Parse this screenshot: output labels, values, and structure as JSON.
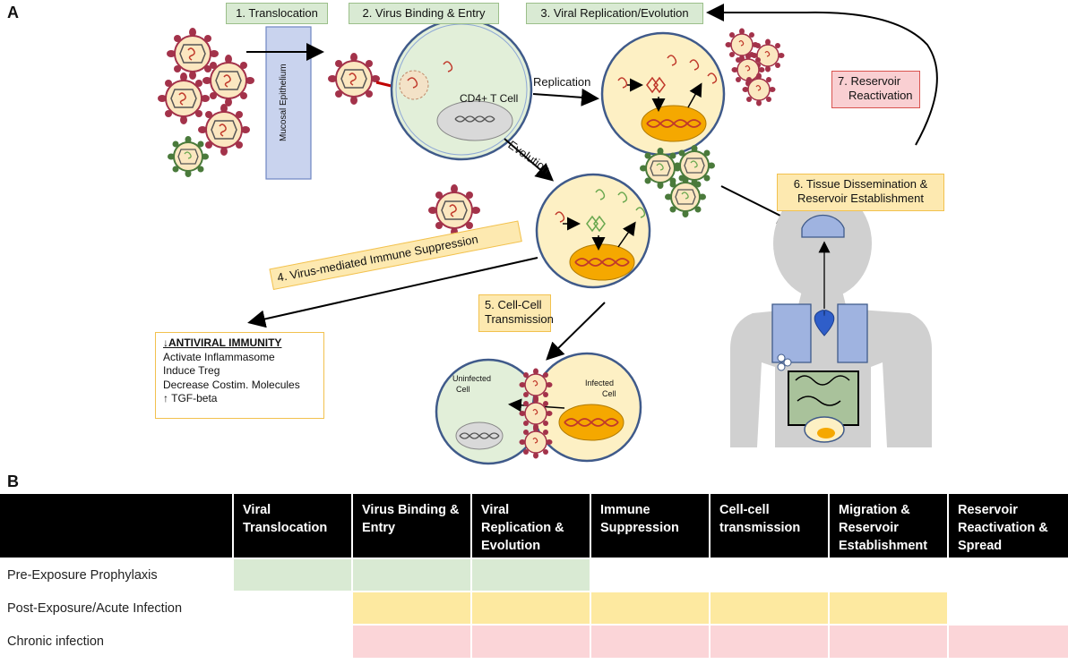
{
  "panel_a_label": "A",
  "panel_b_label": "B",
  "steps": {
    "s1": "1.  Translocation",
    "s2": "2.  Virus Binding & Entry",
    "s3": "3.  Viral Replication/Evolution",
    "s4": "4.  Virus-mediated Immune Suppression",
    "s5a": "5.  Cell-Cell",
    "s5b": "Transmission",
    "s6a": "6.  Tissue Dissemination &",
    "s6b": "Reservoir Establishment",
    "s7a": "7.  Reservoir",
    "s7b": "Reactivation"
  },
  "labels": {
    "mucosal": "Mucosal Epithelium",
    "cd4": "CD4+ T Cell",
    "replication": "Replication",
    "evolution": "Evolution",
    "uninfected_a": "Uninfected",
    "uninfected_b": "Cell",
    "infected_a": "Infected",
    "infected_b": "Cell"
  },
  "immunity": {
    "heading": "↓ANTIVIRAL IMMUNITY",
    "items": [
      "Activate Inflammasome",
      "Induce Treg",
      "Decrease Costim. Molecules",
      "↑ TGF-beta"
    ]
  },
  "colors": {
    "green_box": "#d9ead3",
    "yellow_box": "#fde9b0",
    "red_box": "#f9cfd2",
    "cell_green": "#e2efd9",
    "cell_yellow": "#fdf0c4",
    "nucleus_orange": "#f5a800",
    "virus_red": "#a3324a",
    "virus_green": "#4a7a3b",
    "organ_blue": "#9fb3e0"
  },
  "table": {
    "headers": [
      "",
      "Viral Translocation",
      "Virus Binding & Entry",
      "Viral Replication & Evolution",
      "Immune Suppression",
      "Cell-cell transmission",
      "Migration & Reservoir Establishment",
      "Reservoir Reactivation & Spread"
    ],
    "rows": [
      {
        "label": "Pre-Exposure Prophylaxis",
        "cells": [
          "g",
          "g",
          "g",
          "",
          "",
          "",
          ""
        ]
      },
      {
        "label": "Post-Exposure/Acute Infection",
        "cells": [
          "",
          "y",
          "y",
          "y",
          "y",
          "y",
          ""
        ]
      },
      {
        "label": "Chronic infection",
        "cells": [
          "",
          "r",
          "r",
          "r",
          "r",
          "r",
          "r"
        ]
      }
    ]
  }
}
